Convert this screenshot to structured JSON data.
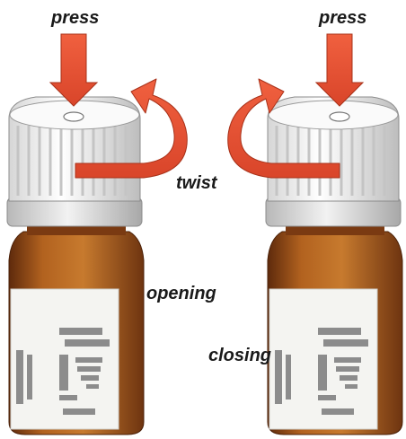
{
  "labels": {
    "press_left": "press",
    "press_right": "press",
    "twist": "twist",
    "opening": "opening",
    "closing": "closing"
  },
  "colors": {
    "arrow": "#e8553a",
    "arrow_dark": "#c4381f",
    "cap": "#f2f2f2",
    "cap_ridge": "#c9c9c9",
    "glass": "#a5511a",
    "glass_dark": "#6e3410",
    "label_paper": "#f4f4f1",
    "label_text": "#8a8a8a"
  }
}
